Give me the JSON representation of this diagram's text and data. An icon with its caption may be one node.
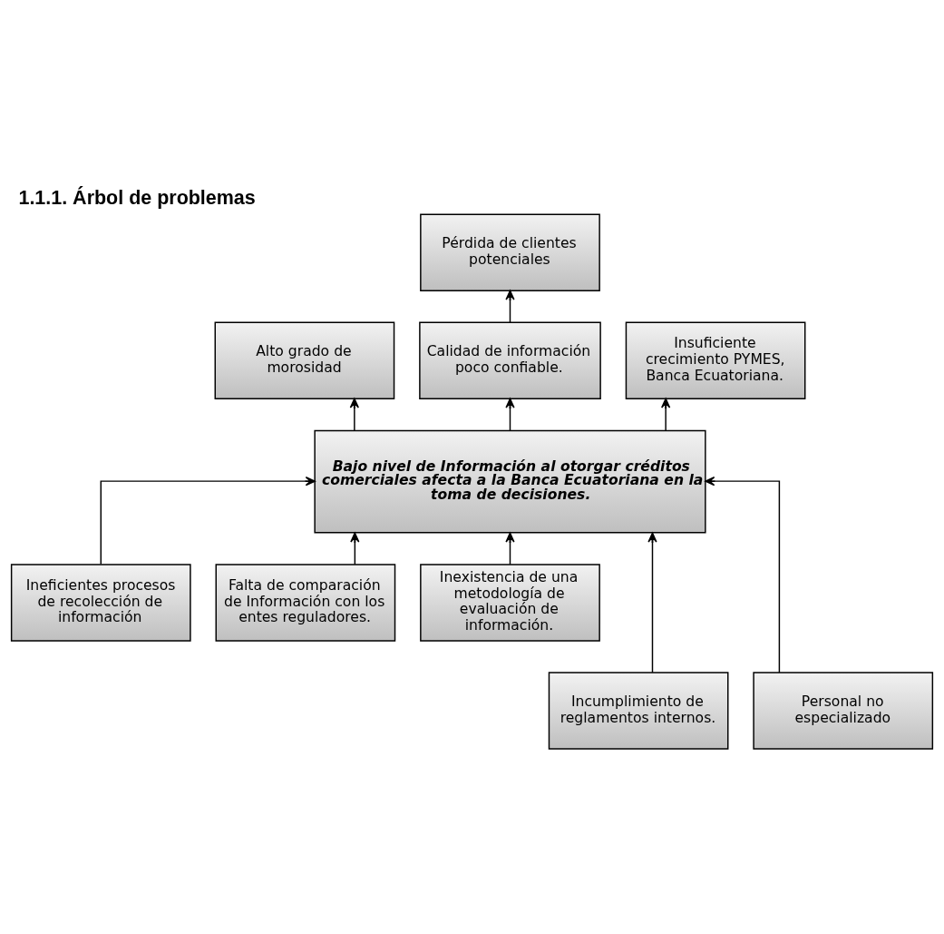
{
  "diagram": {
    "title": "1.1.1. Árbol de problemas",
    "nodes": [
      {
        "text": [
          "Pérdida de clientes potenciales"
        ]
      },
      {
        "text": [
          "Alto grado de morosidad"
        ]
      },
      {
        "text": [
          "Calidad de información poco confiable."
        ]
      },
      {
        "text": [
          "Insuficiente crecimiento PYMES, Banca Ecuatoriana."
        ]
      },
      {
        "text": [
          "Bajo nivel de Información al otorgar créditos comerciales afecta a la Banca Ecuatoriana en la toma de decisiones."
        ]
      },
      {
        "text": [
          "Ineficientes procesos de recolección de información"
        ]
      },
      {
        "text": [
          "Falta de comparación de Información con los entes reguladores."
        ]
      },
      {
        "text": [
          "Inexistencia de una metodología de evaluación de información."
        ]
      },
      {
        "text": [
          "Incumplimiento de reglamentos internos."
        ]
      },
      {
        "text": [
          "Personal no especializado"
        ]
      }
    ],
    "edges": [
      {
        "from": 2,
        "to": 0,
        "arrow": "to"
      },
      {
        "from": 4,
        "to": 1,
        "arrow": "to"
      },
      {
        "from": 4,
        "to": 2,
        "arrow": "to"
      },
      {
        "from": 4,
        "to": 3,
        "arrow": "to"
      },
      {
        "from": 5,
        "to": 4,
        "arrow": "to"
      },
      {
        "from": 6,
        "to": 4,
        "arrow": "to"
      },
      {
        "from": 7,
        "to": 4,
        "arrow": "to"
      },
      {
        "from": 8,
        "to": 4,
        "arrow": "to"
      },
      {
        "from": 9,
        "to": 4,
        "arrow": "to"
      }
    ]
  }
}
